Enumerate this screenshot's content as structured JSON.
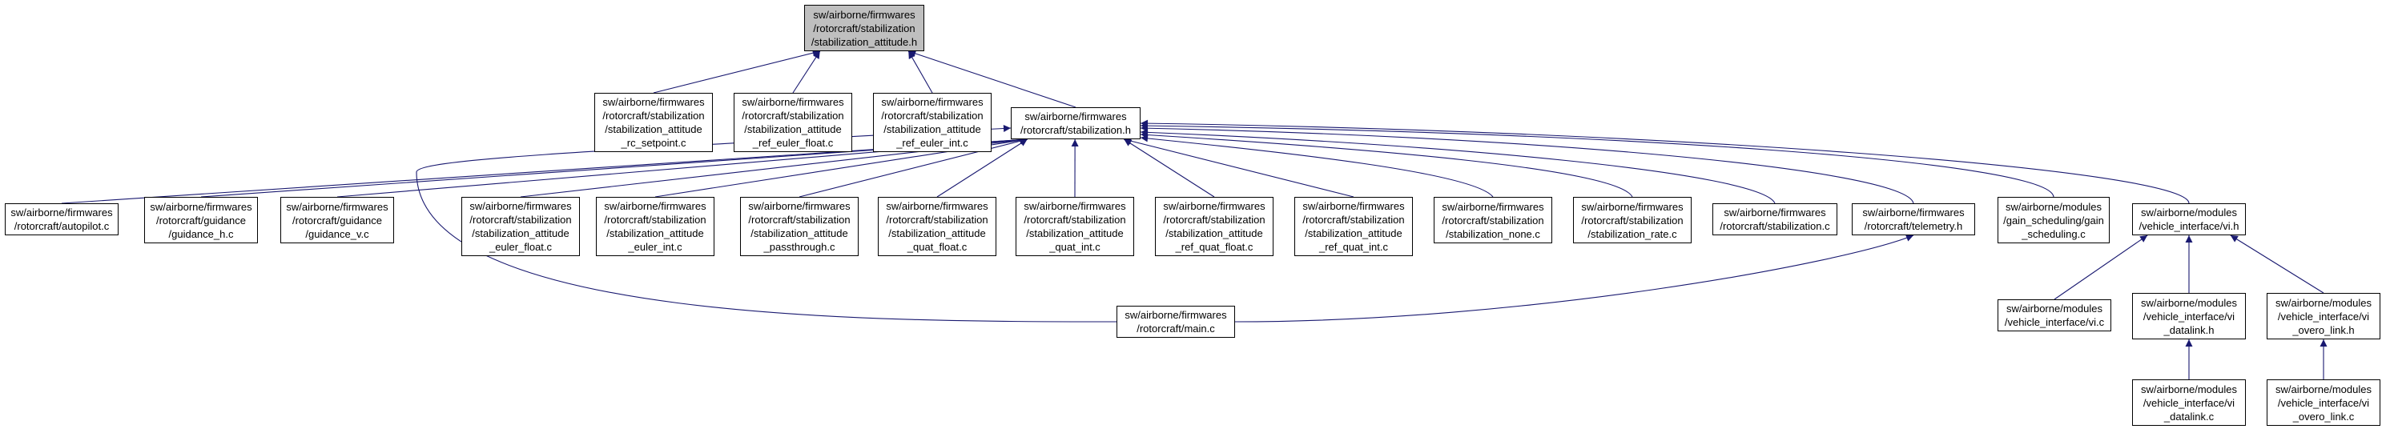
{
  "colors": {
    "edge": "#191970",
    "root_fill": "#bfbfbf",
    "node_fill": "#ffffff",
    "border": "#000000"
  },
  "nodes": [
    {
      "id": "stab_att_h",
      "lines": [
        "sw/airborne/firmwares",
        "/rotorcraft/stabilization",
        "/stabilization_attitude.h"
      ],
      "root": true
    },
    {
      "id": "rc_setpoint",
      "lines": [
        "sw/airborne/firmwares",
        "/rotorcraft/stabilization",
        "/stabilization_attitude",
        "_rc_setpoint.c"
      ]
    },
    {
      "id": "ref_euler_float",
      "lines": [
        "sw/airborne/firmwares",
        "/rotorcraft/stabilization",
        "/stabilization_attitude",
        "_ref_euler_float.c"
      ]
    },
    {
      "id": "ref_euler_int",
      "lines": [
        "sw/airborne/firmwares",
        "/rotorcraft/stabilization",
        "/stabilization_attitude",
        "_ref_euler_int.c"
      ]
    },
    {
      "id": "stabilization_h",
      "lines": [
        "sw/airborne/firmwares",
        "/rotorcraft/stabilization.h"
      ]
    },
    {
      "id": "autopilot",
      "lines": [
        "sw/airborne/firmwares",
        "/rotorcraft/autopilot.c"
      ]
    },
    {
      "id": "guidance_h",
      "lines": [
        "sw/airborne/firmwares",
        "/rotorcraft/guidance",
        "/guidance_h.c"
      ]
    },
    {
      "id": "guidance_v",
      "lines": [
        "sw/airborne/firmwares",
        "/rotorcraft/guidance",
        "/guidance_v.c"
      ]
    },
    {
      "id": "att_euler_float",
      "lines": [
        "sw/airborne/firmwares",
        "/rotorcraft/stabilization",
        "/stabilization_attitude",
        "_euler_float.c"
      ]
    },
    {
      "id": "att_euler_int",
      "lines": [
        "sw/airborne/firmwares",
        "/rotorcraft/stabilization",
        "/stabilization_attitude",
        "_euler_int.c"
      ]
    },
    {
      "id": "att_passthrough",
      "lines": [
        "sw/airborne/firmwares",
        "/rotorcraft/stabilization",
        "/stabilization_attitude",
        "_passthrough.c"
      ]
    },
    {
      "id": "att_quat_float",
      "lines": [
        "sw/airborne/firmwares",
        "/rotorcraft/stabilization",
        "/stabilization_attitude",
        "_quat_float.c"
      ]
    },
    {
      "id": "att_quat_int",
      "lines": [
        "sw/airborne/firmwares",
        "/rotorcraft/stabilization",
        "/stabilization_attitude",
        "_quat_int.c"
      ]
    },
    {
      "id": "ref_quat_float",
      "lines": [
        "sw/airborne/firmwares",
        "/rotorcraft/stabilization",
        "/stabilization_attitude",
        "_ref_quat_float.c"
      ]
    },
    {
      "id": "ref_quat_int",
      "lines": [
        "sw/airborne/firmwares",
        "/rotorcraft/stabilization",
        "/stabilization_attitude",
        "_ref_quat_int.c"
      ]
    },
    {
      "id": "stab_none",
      "lines": [
        "sw/airborne/firmwares",
        "/rotorcraft/stabilization",
        "/stabilization_none.c"
      ]
    },
    {
      "id": "stab_rate",
      "lines": [
        "sw/airborne/firmwares",
        "/rotorcraft/stabilization",
        "/stabilization_rate.c"
      ]
    },
    {
      "id": "stabilization_c",
      "lines": [
        "sw/airborne/firmwares",
        "/rotorcraft/stabilization.c"
      ]
    },
    {
      "id": "telemetry_h",
      "lines": [
        "sw/airborne/firmwares",
        "/rotorcraft/telemetry.h"
      ]
    },
    {
      "id": "gain_scheduling",
      "lines": [
        "sw/airborne/modules",
        "/gain_scheduling/gain",
        "_scheduling.c"
      ]
    },
    {
      "id": "vi_h",
      "lines": [
        "sw/airborne/modules",
        "/vehicle_interface/vi.h"
      ]
    },
    {
      "id": "main_c",
      "lines": [
        "sw/airborne/firmwares",
        "/rotorcraft/main.c"
      ]
    },
    {
      "id": "vi_c",
      "lines": [
        "sw/airborne/modules",
        "/vehicle_interface/vi.c"
      ]
    },
    {
      "id": "vi_datalink_h",
      "lines": [
        "sw/airborne/modules",
        "/vehicle_interface/vi",
        "_datalink.h"
      ]
    },
    {
      "id": "vi_overo_link_h",
      "lines": [
        "sw/airborne/modules",
        "/vehicle_interface/vi",
        "_overo_link.h"
      ]
    },
    {
      "id": "vi_datalink_c",
      "lines": [
        "sw/airborne/modules",
        "/vehicle_interface/vi",
        "_datalink.c"
      ]
    },
    {
      "id": "vi_overo_link_c",
      "lines": [
        "sw/airborne/modules",
        "/vehicle_interface/vi",
        "_overo_link.c"
      ]
    }
  ],
  "edges": [
    [
      "rc_setpoint",
      "stab_att_h"
    ],
    [
      "ref_euler_float",
      "stab_att_h"
    ],
    [
      "ref_euler_int",
      "stab_att_h"
    ],
    [
      "stabilization_h",
      "stab_att_h"
    ],
    [
      "autopilot",
      "stabilization_h"
    ],
    [
      "guidance_h",
      "stabilization_h"
    ],
    [
      "guidance_v",
      "stabilization_h"
    ],
    [
      "att_euler_float",
      "stabilization_h"
    ],
    [
      "att_euler_int",
      "stabilization_h"
    ],
    [
      "att_passthrough",
      "stabilization_h"
    ],
    [
      "att_quat_float",
      "stabilization_h"
    ],
    [
      "att_quat_int",
      "stabilization_h"
    ],
    [
      "ref_quat_float",
      "stabilization_h"
    ],
    [
      "ref_quat_int",
      "stabilization_h"
    ],
    [
      "stab_none",
      "stabilization_h"
    ],
    [
      "stab_rate",
      "stabilization_h"
    ],
    [
      "stabilization_c",
      "stabilization_h"
    ],
    [
      "telemetry_h",
      "stabilization_h"
    ],
    [
      "gain_scheduling",
      "stabilization_h"
    ],
    [
      "vi_h",
      "stabilization_h"
    ],
    [
      "main_c",
      "stabilization_h"
    ],
    [
      "main_c",
      "telemetry_h"
    ],
    [
      "vi_c",
      "vi_h"
    ],
    [
      "vi_datalink_h",
      "vi_h"
    ],
    [
      "vi_overo_link_h",
      "vi_h"
    ],
    [
      "vi_datalink_c",
      "vi_datalink_h"
    ],
    [
      "vi_overo_link_c",
      "vi_overo_link_h"
    ]
  ]
}
